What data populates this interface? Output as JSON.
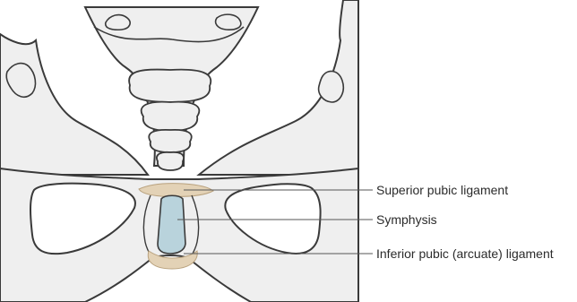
{
  "labels": {
    "superior": "Superior pubic ligament",
    "symphysis": "Symphysis",
    "inferior": "Inferior pubic (arcuate) ligament"
  },
  "colors": {
    "bone_fill": "#efefef",
    "outline": "#3a3a3a",
    "symphysis_fill": "#b9d3dc",
    "ligament_fill": "#e3d2b6",
    "leader_line": "#555555"
  }
}
